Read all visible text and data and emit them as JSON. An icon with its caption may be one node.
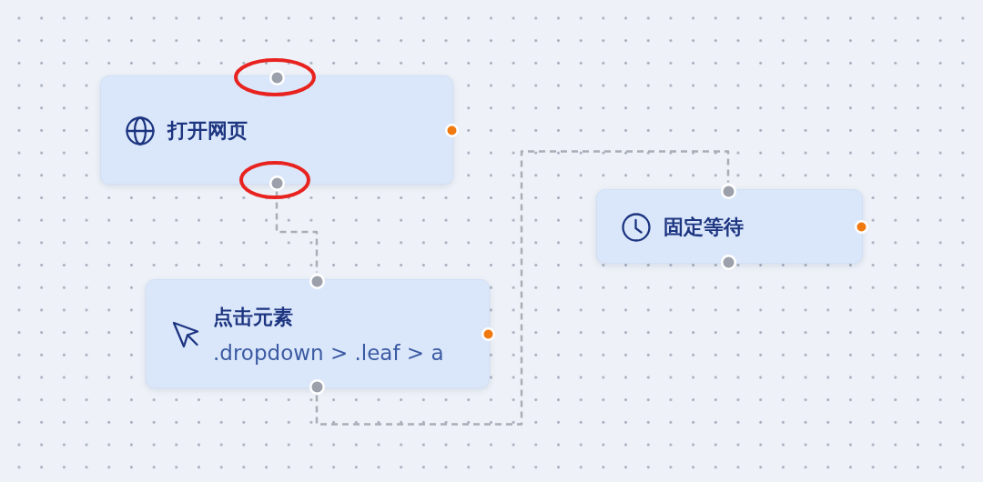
{
  "diagram": {
    "nodes": [
      {
        "text": [
          "打开网页"
        ]
      },
      {
        "text": [
          "点击元素",
          ".dropdown > .leaf > a"
        ]
      },
      {
        "text": [
          "固定等待"
        ]
      }
    ],
    "edges": [
      {
        "from": 0,
        "to": 1,
        "arrow": "none",
        "style": "dashed"
      },
      {
        "from": 1,
        "to": 2,
        "arrow": "none",
        "style": "dashed"
      }
    ]
  }
}
